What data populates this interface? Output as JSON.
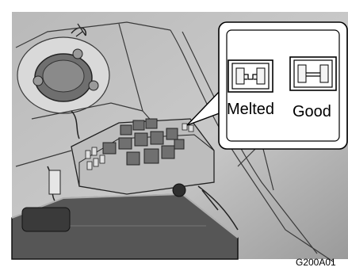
{
  "callout": {
    "melted_label": "Melted",
    "good_label": "Good"
  },
  "figure_code": "G200A01"
}
